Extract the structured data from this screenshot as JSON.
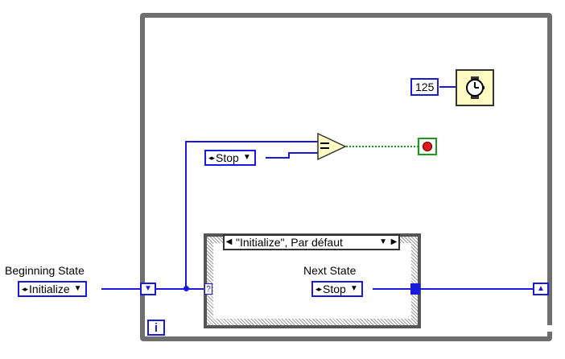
{
  "beginning_state": {
    "label": "Beginning State",
    "value": "Initialize"
  },
  "compare_enum": {
    "value": "Stop"
  },
  "case_structure": {
    "selector": "\"Initialize\", Par défaut",
    "selector_input_glyph": "?",
    "next_state": {
      "label": "Next State",
      "value": "Stop"
    }
  },
  "wait": {
    "constant": "125",
    "icon": "wristwatch-icon"
  },
  "loop": {
    "iteration_terminal": "i",
    "stop_icon": "stop-sign-icon"
  },
  "colors": {
    "enum_wire": "#1a1adc",
    "bool_wire": "#1a9a1a",
    "loop_frame": "#6f6f6f",
    "wait_bg": "#fffbc2"
  }
}
